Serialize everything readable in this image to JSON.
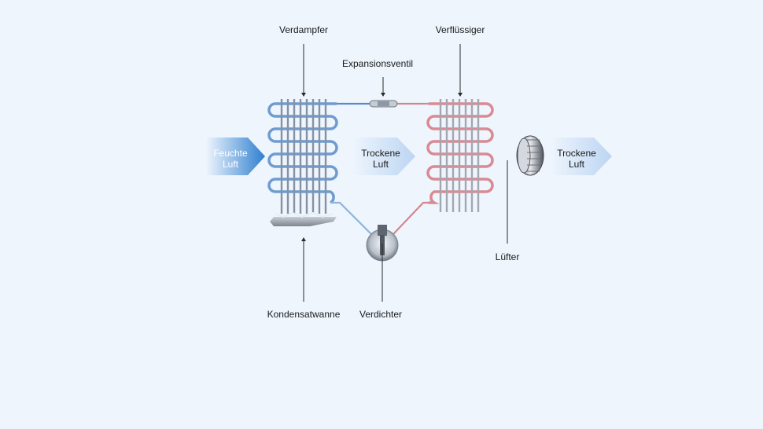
{
  "labels": {
    "evaporator": "Verdampfer",
    "expansion_valve": "Expansionsventil",
    "condenser": "Verflüssiger",
    "humid_air": "Feuchte\nLuft",
    "dry_air_1": "Trockene\nLuft",
    "dry_air_2": "Trockene\nLuft",
    "fan": "Lüfter",
    "condensate_tray": "Kondensatwanne",
    "compressor": "Verdichter"
  },
  "colors": {
    "background": "#eef5fd",
    "cold_pipe": "#5b8cc4",
    "warm_pipe": "#d4868e",
    "fins": "#8e9aac",
    "arrow_humid": "#3a85d2",
    "arrow_dry": "#c8dcf4"
  }
}
